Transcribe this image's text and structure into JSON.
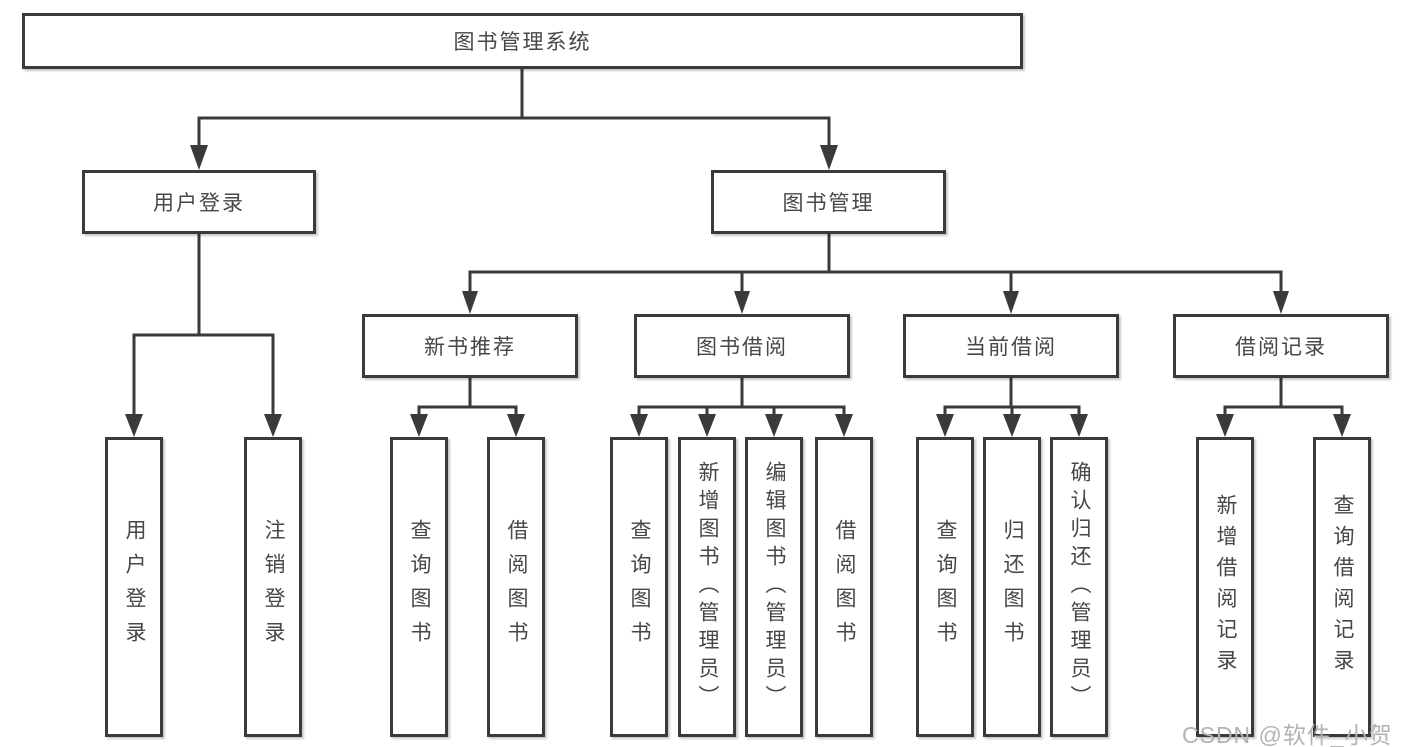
{
  "tree": {
    "label": "图书管理系统",
    "children": [
      {
        "label": "用户登录",
        "children": [
          {
            "label": "用户登录"
          },
          {
            "label": "注销登录"
          }
        ]
      },
      {
        "label": "图书管理",
        "children": [
          {
            "label": "新书推荐",
            "children": [
              {
                "label": "查询图书"
              },
              {
                "label": "借阅图书"
              }
            ]
          },
          {
            "label": "图书借阅",
            "children": [
              {
                "label": "查询图书"
              },
              {
                "label": "新增图书（管理员）"
              },
              {
                "label": "编辑图书（管理员）"
              },
              {
                "label": "借阅图书"
              }
            ]
          },
          {
            "label": "当前借阅",
            "children": [
              {
                "label": "查询图书"
              },
              {
                "label": "归还图书"
              },
              {
                "label": "确认归还（管理员）"
              }
            ]
          },
          {
            "label": "借阅记录",
            "children": [
              {
                "label": "新增借阅记录"
              },
              {
                "label": "查询借阅记录"
              }
            ]
          }
        ]
      }
    ]
  },
  "watermark": {
    "text": "CSDN @软件_小贺同学"
  },
  "colors": {
    "line": "#3a3a3a",
    "text": "#474747",
    "watermark": "#b3b3b3",
    "background": "#ffffff"
  }
}
